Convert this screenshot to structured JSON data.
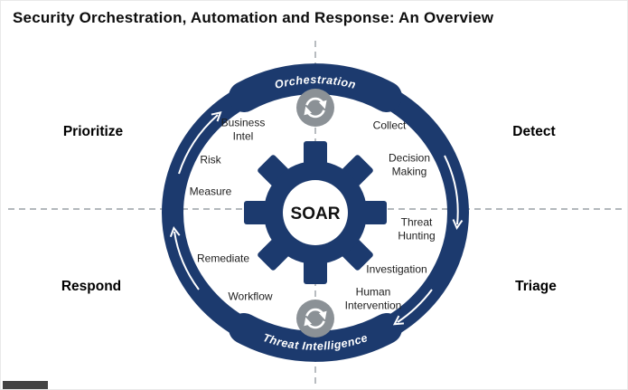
{
  "title": "Security Orchestration, Automation and Response: An Overview",
  "colors": {
    "navy": "#1c3a6e",
    "icon_gray": "#8b9196",
    "dash_gray": "#9aa0a6",
    "arrow_white": "#ffffff"
  },
  "diagram": {
    "center_label": "SOAR",
    "top_banner": "Orchestration",
    "bottom_banner": "Threat Intelligence",
    "quadrants": [
      {
        "id": "prioritize",
        "label": "Prioritize"
      },
      {
        "id": "detect",
        "label": "Detect"
      },
      {
        "id": "respond",
        "label": "Respond"
      },
      {
        "id": "triage",
        "label": "Triage"
      }
    ],
    "inner_labels": [
      {
        "id": "business-intel",
        "label": "Business\nIntel"
      },
      {
        "id": "collect",
        "label": "Collect"
      },
      {
        "id": "risk",
        "label": "Risk"
      },
      {
        "id": "decision-making",
        "label": "Decision\nMaking"
      },
      {
        "id": "measure",
        "label": "Measure"
      },
      {
        "id": "threat-hunting",
        "label": "Threat\nHunting"
      },
      {
        "id": "remediate",
        "label": "Remediate"
      },
      {
        "id": "investigation",
        "label": "Investigation"
      },
      {
        "id": "workflow",
        "label": "Workflow"
      },
      {
        "id": "human-intervention",
        "label": "Human\nIntervention"
      }
    ],
    "icons": [
      {
        "name": "cycle-icon-top"
      },
      {
        "name": "cycle-icon-bottom"
      },
      {
        "name": "gear-icon"
      }
    ]
  }
}
